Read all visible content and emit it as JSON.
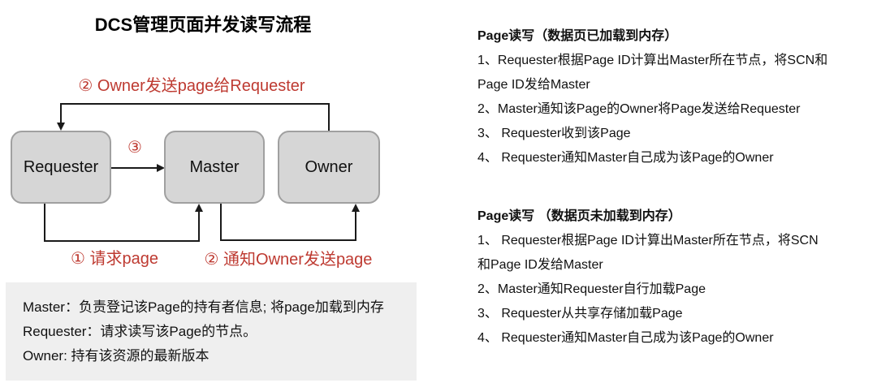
{
  "title": "DCS管理页面并发读写流程",
  "diagram": {
    "nodes": [
      {
        "label": "Requester"
      },
      {
        "label": "Master"
      },
      {
        "label": "Owner"
      }
    ],
    "labels": {
      "owner_sends_page": "② Owner发送page给Requester",
      "step3": "③",
      "request_page": "① 请求page",
      "notify_owner_send_page": "② 通知Owner发送page"
    }
  },
  "legend": {
    "lines": [
      "Master：负责登记该Page的持有者信息; 将page加载到内存",
      "Requester：请求读写该Page的节点。",
      "Owner: 持有该资源的最新版本"
    ]
  },
  "panels": [
    {
      "heading": "Page读写（数据页已加载到内存）",
      "lines": [
        "1、Requester根据Page ID计算出Master所在节点，将SCN和",
        "Page ID发给Master",
        "2、Master通知该Page的Owner将Page发送给Requester",
        "3、 Requester收到该Page",
        "4、 Requester通知Master自己成为该Page的Owner"
      ]
    },
    {
      "heading": "Page读写 （数据页未加载到内存）",
      "lines": [
        "1、 Requester根据Page ID计算出Master所在节点，将SCN",
        "和Page ID发给Master",
        "2、Master通知Requester自行加载Page",
        "3、 Requester从共享存储加载Page",
        "4、 Requester通知Master自己成为该Page的Owner"
      ]
    }
  ],
  "colors": {
    "accent_red": "#be3a31",
    "node_fill": "#d6d6d6",
    "node_border": "#a0a0a0",
    "legend_bg": "#efefef",
    "arrow_black": "#1a1a1a"
  }
}
